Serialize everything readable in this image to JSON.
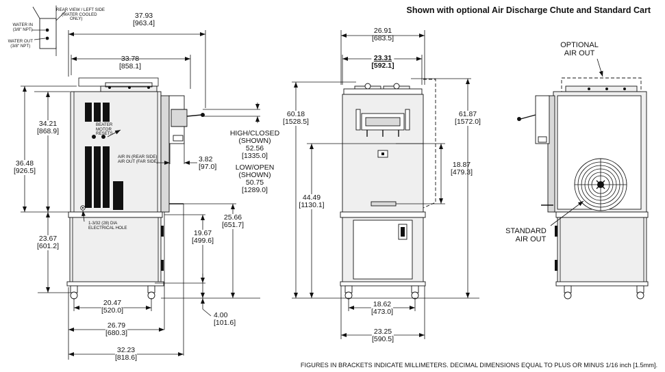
{
  "header_note": "Shown with optional Air Discharge Chute and Standard Cart",
  "footer_note": "FIGURES IN BRACKETS INDICATE MILLIMETERS.  DECIMAL DIMENSIONS EQUAL TO PLUS OR MINUS 1/16 inch [1.5mm].",
  "rear_view": {
    "title": [
      "REAR VIEW / LEFT SIDE",
      "(WATER COOLED",
      "ONLY)"
    ],
    "water_in": [
      "WATER IN",
      "(3/8\" NPT)"
    ],
    "water_out": [
      "WATER OUT",
      "(3/8\" NPT)"
    ]
  },
  "side_view": {
    "labels": {
      "motor_resets": [
        "BEATER",
        "MOTOR",
        "RESETS"
      ],
      "air_in": [
        "AIR IN (REAR SIDE)",
        "AIR OUT (FAR SIDE)"
      ],
      "electrical": [
        "1-3/32 (28) DIA",
        "ELECTRICAL HOLE"
      ]
    },
    "dims": {
      "d3793": [
        "37.93",
        "[963.4]"
      ],
      "d3378": [
        "33.78",
        "[858.1]"
      ],
      "d3421": [
        "34.21",
        "[868.9]"
      ],
      "d3648": [
        "36.48",
        "[926.5]"
      ],
      "d2367": [
        "23.67",
        "[601.2]"
      ],
      "d382": [
        "3.82",
        "[97.0]"
      ],
      "d1967": [
        "19.67",
        "[499.6]"
      ],
      "d2566": [
        "25.66",
        "[651.7]"
      ],
      "d2047": [
        "20.47",
        "[520.0]"
      ],
      "d2679": [
        "26.79",
        "[680.3]"
      ],
      "d3223": [
        "32.23",
        "[818.6]"
      ],
      "d400": [
        "4.00",
        "[101.6]"
      ]
    },
    "high_closed": [
      "HIGH/CLOSED",
      "(SHOWN)",
      "52.56",
      "[1335.0]"
    ],
    "low_open": [
      "LOW/OPEN",
      "(SHOWN)",
      "50.75",
      "[1289.0]"
    ]
  },
  "front_view": {
    "dims": {
      "d2691": [
        "26.91",
        "[683.5]"
      ],
      "d2331": [
        "23.31",
        "[592.1]"
      ],
      "d6018": [
        "60.18",
        "[1528.5]"
      ],
      "d6187": [
        "61.87",
        "[1572.0]"
      ],
      "d1887": [
        "18.87",
        "[479.3]"
      ],
      "d4449": [
        "44.49",
        "[1130.1]"
      ],
      "d1862": [
        "18.62",
        "[473.0]"
      ],
      "d2325": [
        "23.25",
        "[590.5]"
      ]
    }
  },
  "back_view": {
    "optional_air_out": [
      "OPTIONAL",
      "AIR OUT"
    ],
    "standard_air_out": [
      "STANDARD",
      "AIR OUT"
    ]
  }
}
